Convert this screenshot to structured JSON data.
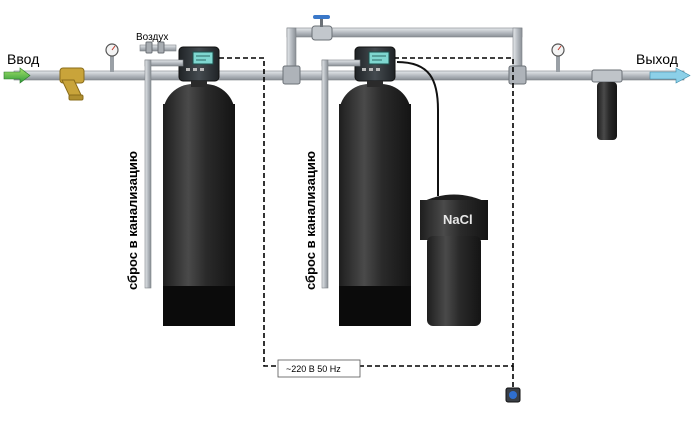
{
  "labels": {
    "inlet": "Ввод",
    "outlet": "Выход",
    "air": "Воздух",
    "drain_left": "сброс в канализацию",
    "drain_right": "сброс в канализацию",
    "salt": "NaCl",
    "power": "~220 В 50 Hz"
  },
  "colors": {
    "pipe": "#b9bec4",
    "pipe_edge": "#7d8288",
    "tank": "#2b2b2b",
    "tank_base": "#0d0d0d",
    "head": "#2f3337",
    "display": "#7fd7d0",
    "arrow": "#3ab54a",
    "filter_y": "#c9a43a",
    "valve": "#3a78c9"
  },
  "icons": [
    "pressure-gauge-icon",
    "y-strainer-icon",
    "ball-valve-icon",
    "power-socket-icon",
    "flow-arrow-icon"
  ]
}
